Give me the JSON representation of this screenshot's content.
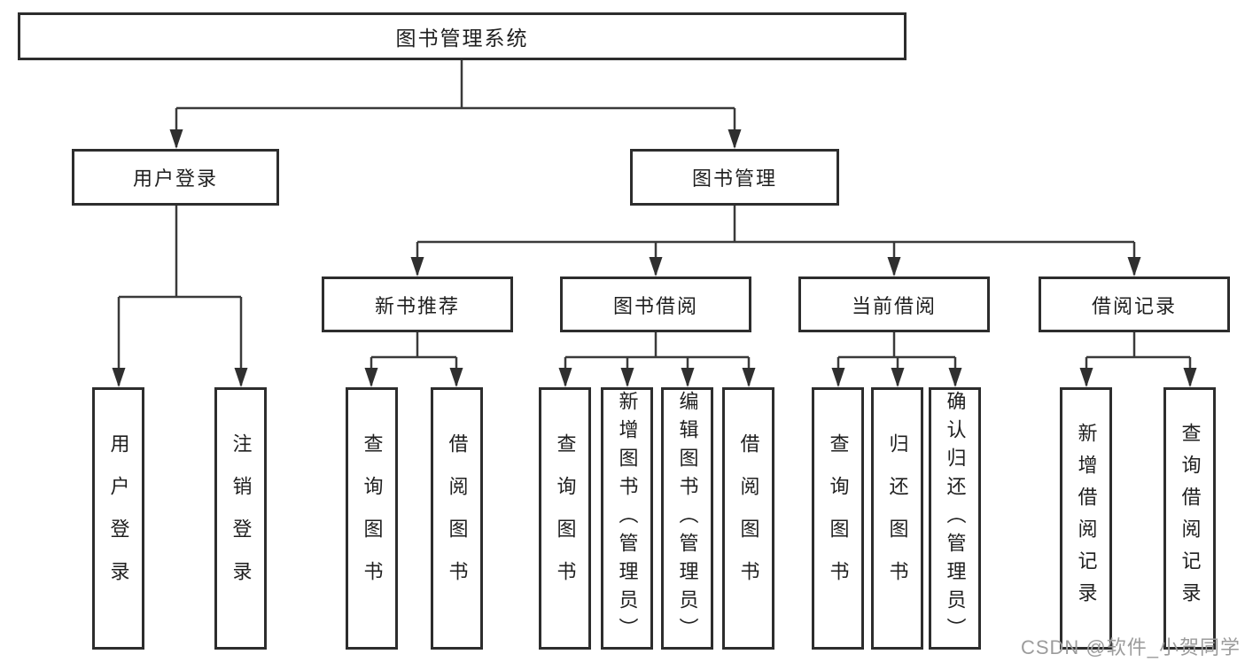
{
  "diagram": {
    "type": "hierarchy-tree",
    "tree": {
      "label": "图书管理系统",
      "children": [
        {
          "label": "用户登录",
          "children": [
            {
              "label": "用户登录"
            },
            {
              "label": "注销登录"
            }
          ]
        },
        {
          "label": "图书管理",
          "children": [
            {
              "label": "新书推荐",
              "children": [
                {
                  "label": "查询图书"
                },
                {
                  "label": "借阅图书"
                }
              ]
            },
            {
              "label": "图书借阅",
              "children": [
                {
                  "label": "查询图书"
                },
                {
                  "label": "新增图书（管理员）"
                },
                {
                  "label": "编辑图书（管理员）"
                },
                {
                  "label": "借阅图书"
                }
              ]
            },
            {
              "label": "当前借阅",
              "children": [
                {
                  "label": "查询图书"
                },
                {
                  "label": "归还图书"
                },
                {
                  "label": "确认归还（管理员）"
                }
              ]
            },
            {
              "label": "借阅记录",
              "children": [
                {
                  "label": "新增借阅记录"
                },
                {
                  "label": "查询借阅记录"
                }
              ]
            }
          ]
        }
      ]
    }
  },
  "watermark": {
    "text": "CSDN @软件_小贺同学"
  },
  "colors": {
    "background": "#ffffff",
    "box_border": "#2d2d2d",
    "line": "#3a3a3a",
    "arrow": "#2f2f2f",
    "text": "#1f1f1f",
    "watermark": "#9c9c9c"
  }
}
